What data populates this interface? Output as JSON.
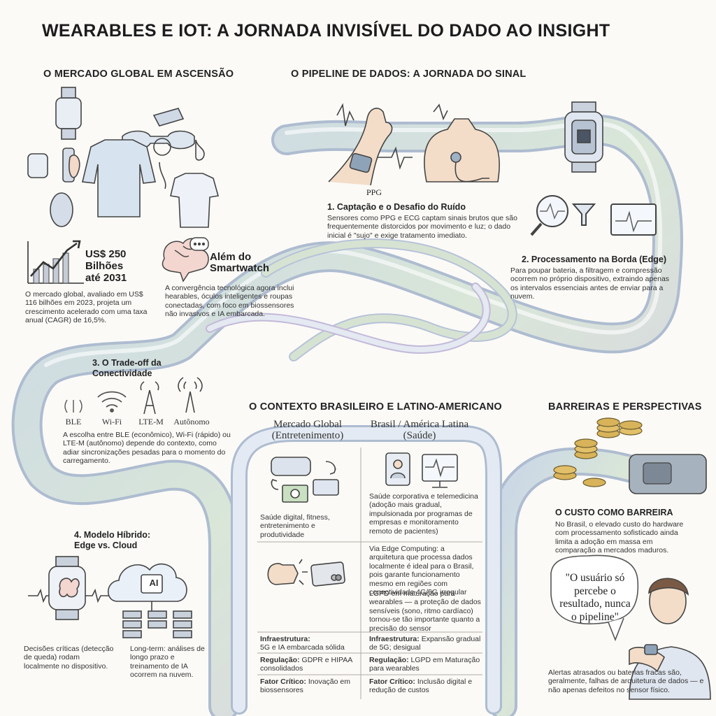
{
  "title": "WEARABLES E IOT: A JORNADA INVISÍVEL DO DADO AO INSIGHT",
  "market": {
    "heading": "O MERCADO GLOBAL EM ASCENSÃO",
    "stat_value": "US$ 250",
    "stat_unit": "Bilhões",
    "stat_year": "até 2031",
    "stat_text": "O mercado global, avaliado em US$ 116 bilhões em 2023, projeta um crescimento acelerado com uma taxa anual (CAGR) de 16,5%.",
    "beyond_title": "Além do Smartwatch",
    "beyond_text": "A convergência tecnológica agora inclui hearables, óculos inteligentes e roupas conectadas, com foco em biossensores não invasivos e IA embarcada."
  },
  "pipeline": {
    "heading": "O PIPELINE DE DADOS: A JORNADA DO SINAL",
    "ppg_label": "PPG",
    "step1_title": "1. Captação e o Desafio do Ruído",
    "step1_text": "Sensores como PPG e ECG captam sinais brutos que são frequentemente distorcidos por movimento e luz; o dado inicial é \"sujo\" e exige tratamento imediato.",
    "step2_title": "2. Processamento na Borda (Edge)",
    "step2_text": "Para poupar bateria, a filtragem e compressão ocorrem no próprio dispositivo, extraindo apenas os intervalos essenciais antes de enviar para a nuvem.",
    "step3_title": "3. O Trade-off da Conectividade",
    "step3_items": [
      "BLE",
      "Wi-Fi",
      "LTE-M",
      "Autônomo"
    ],
    "step3_text": "A escolha entre BLE (econômico), Wi-Fi (rápido) ou LTE-M (autônomo) depende do contexto, como adiar sincronizações pesadas para o momento do carregamento.",
    "step4_title": "4. Modelo Híbrido: Edge vs. Cloud",
    "step4_ai": "AI",
    "step4_left_text": "Decisões críticas (detecção de queda) rodam localmente no dispositivo.",
    "step4_right_text": "Long-term: análises de longo prazo e treinamento de IA ocorrem na nuvem."
  },
  "brazil": {
    "heading": "O CONTEXTO BRASILEIRO E LATINO-AMERICANO",
    "col_left": "Mercado Global (Entretenimento)",
    "col_right": "Brasil / América Latina (Saúde)",
    "left_text1": "Saúde digital, fitness, entretenimento e produtividade",
    "right_text1": "Saúde corporativa e telemedicina (adoção mais gradual, impulsionada por programas de empresas e monitoramento remoto de pacientes)",
    "right_text2": "Via Edge Computing: a arquitetura que processa dados localmente é ideal para o Brasil, pois garante funcionamento mesmo em regiões com conectividade 4G/5G irregular",
    "right_text3": "LGPD em maturação para wearables — a proteção de dados sensíveis (sono, ritmo cardíaco) tornou-se tão importante quanto a precisão do sensor",
    "rows": [
      {
        "l_label": "Infraestrutura:",
        "l_val": "5G e IA embarcada sólida",
        "r_label": "Infraestrutura:",
        "r_val": "Expansão gradual de 5G; desigual"
      },
      {
        "l_label": "Regulação:",
        "l_val": "GDPR e HIPAA consolidados",
        "r_label": "Regulação:",
        "r_val": "LGPD em Maturação para wearables"
      },
      {
        "l_label": "Fator Crítico:",
        "l_val": "Inovação em biossensores",
        "r_label": "Fator Crítico:",
        "r_val": "Inclusão digital e redução de custos"
      }
    ]
  },
  "barriers": {
    "heading": "BARREIRAS E PERSPECTIVAS",
    "cost_title": "O CUSTO COMO BARREIRA",
    "cost_text": "No Brasil, o elevado custo do hardware com processamento sofisticado ainda limita a adoção em massa em comparação a mercados maduros.",
    "quote": "\"O usuário só percebe o resultado, nunca o pipeline\"",
    "alert_text": "Alertas atrasados ou baterias fracas são, geralmente, falhas de arquitetura de dados — e não apenas defeitos no sensor físico."
  },
  "colors": {
    "tube_outer": "#b8c6d6",
    "tube_inner": "#e6ecf4",
    "ink": "#333333",
    "chart_red": "#c0392b"
  }
}
